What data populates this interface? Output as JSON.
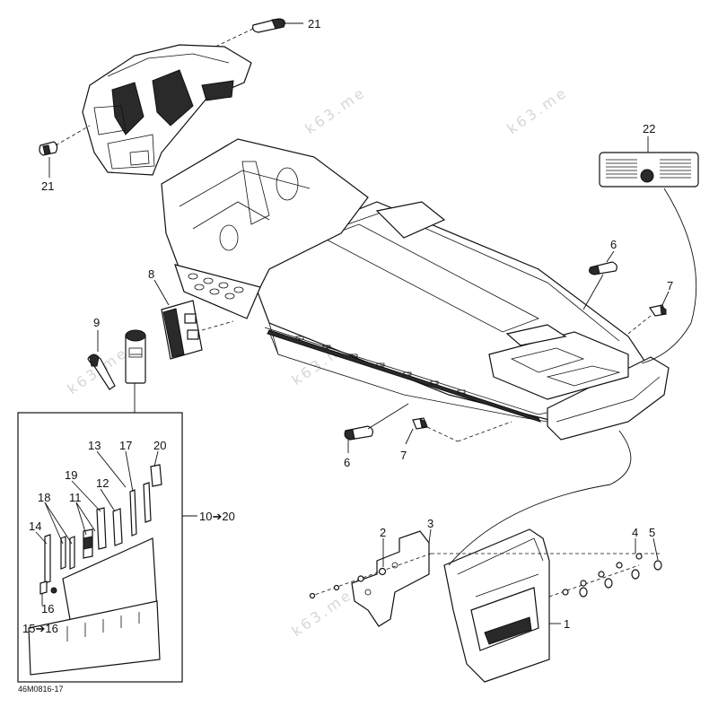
{
  "diagram": {
    "figure_code": "46M0816-17",
    "watermark": "k63.me",
    "callouts": {
      "c1": "1",
      "c2": "2",
      "c3": "3",
      "c4": "4",
      "c5": "5",
      "c6a": "6",
      "c6b": "6",
      "c7a": "7",
      "c7b": "7",
      "c8": "8",
      "c9": "9",
      "c10_20": "10➔20",
      "c11": "11",
      "c12": "12",
      "c13": "13",
      "c14": "14",
      "c15_16": "15➔16",
      "c16": "16",
      "c17": "17",
      "c18": "18",
      "c19": "19",
      "c20": "20",
      "c21a": "21",
      "c21b": "21",
      "c22": "22"
    }
  }
}
